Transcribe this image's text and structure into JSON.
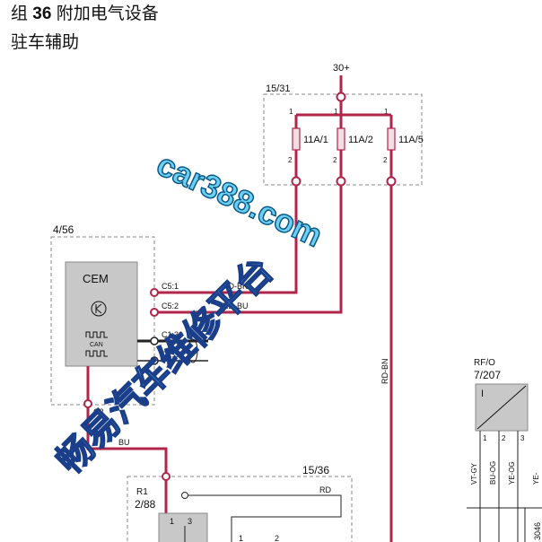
{
  "header": {
    "group_prefix": "组",
    "group_number": "36",
    "group_title": "附加电气设备",
    "subtitle": "驻车辅助"
  },
  "supply": {
    "label": "30+"
  },
  "fuse_box": {
    "id": "15/31",
    "fuses": [
      {
        "name": "11A/1",
        "pin_top": "1",
        "pin_bottom": "2"
      },
      {
        "name": "11A/2",
        "pin_top": "1",
        "pin_bottom": "2"
      },
      {
        "name": "11A/5",
        "pin_top": "1",
        "pin_bottom": "2"
      }
    ]
  },
  "cem": {
    "id": "4/56",
    "name": "CEM",
    "can_label": "CAN",
    "connectors": [
      "C5:1",
      "C5:2",
      "C1:30",
      "C1:31",
      "C2"
    ]
  },
  "wires": {
    "c51": "RD-BK",
    "c52": "RD-BU",
    "c2": "BU",
    "vertical": "RD-BN",
    "relay_out": "RD"
  },
  "rfo": {
    "id_top": "RF/O",
    "id": "7/207",
    "symbol": "I",
    "pins": [
      "1",
      "2",
      "3"
    ],
    "wire_colors": [
      "VT-GY",
      "BU-OG",
      "YE-OG",
      "YE-"
    ],
    "bottom_ref": "3046"
  },
  "relay": {
    "id_top": "R1",
    "id": "2/88",
    "pins": [
      "1",
      "3",
      "1",
      "2"
    ]
  },
  "box_1536": {
    "id": "15/36"
  },
  "watermark": {
    "text1": "car388.com",
    "text2": "畅易汽车维修平台"
  },
  "colors": {
    "wire": "#b0254a",
    "black_wire": "#222222",
    "module_fill": "#c8c8c8",
    "watermark_fill": "#6dd0f2",
    "watermark_stroke": "#0a5a8a",
    "watermark2_stroke": "#1a3e8a"
  }
}
